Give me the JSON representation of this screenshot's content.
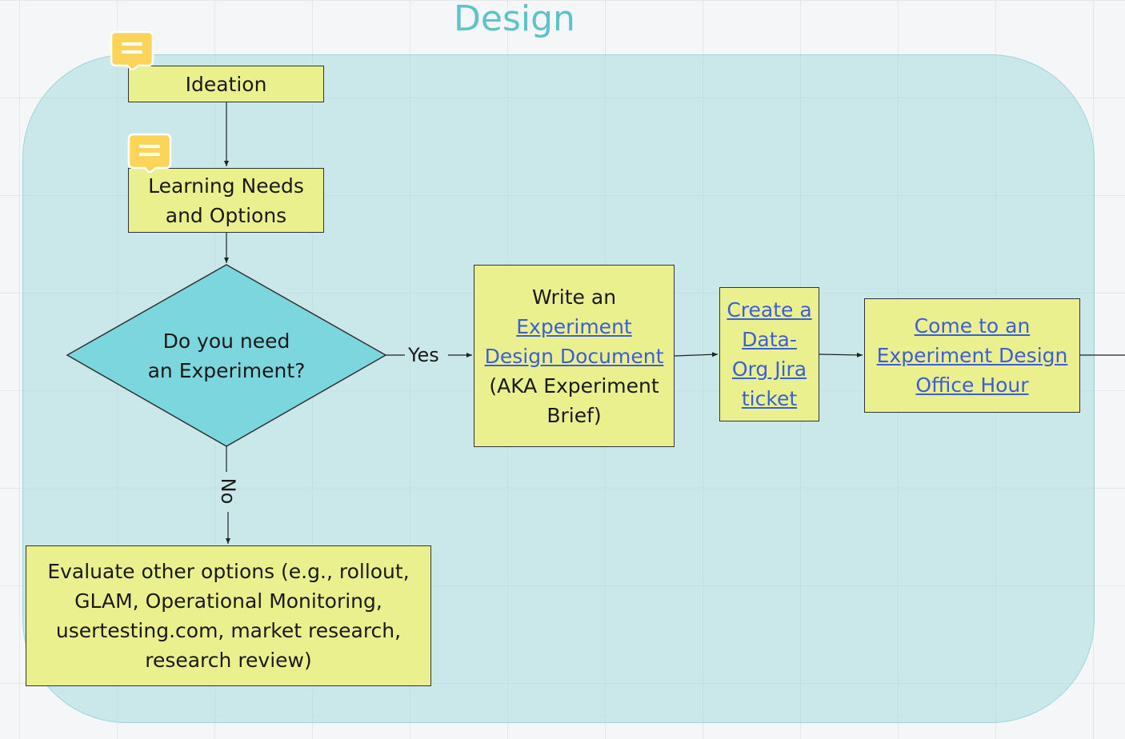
{
  "frame": {
    "title": "Design"
  },
  "nodes": {
    "ideation": "Ideation",
    "learning_needs_line1": "Learning Needs",
    "learning_needs_line2": "and Options",
    "decision_line1": "Do you need",
    "decision_line2": "an Experiment?",
    "write_line1": "Write an",
    "write_link_line1": "Experiment ",
    "write_link_line2": "Design Document",
    "write_line3": "(AKA Experiment",
    "write_line4": "Brief)",
    "jira_line1": "Create a ",
    "jira_line2": "Data-",
    "jira_line3": "Org Jira ",
    "jira_line4": "ticket",
    "office_line1": "Come to an ",
    "office_line2": "Experiment Design ",
    "office_line3": "Office Hour",
    "evaluate_line1": "Evaluate other options (e.g., rollout,",
    "evaluate_line2": "GLAM, Operational Monitoring,",
    "evaluate_line3": "usertesting.com, market research,",
    "evaluate_line4": "research review)"
  },
  "edge_labels": {
    "yes": "Yes",
    "no": "No"
  },
  "colors": {
    "frame_fill": "#a6dce0",
    "title": "#5cc3c9",
    "box_fill": "#ebf08e",
    "diamond_fill": "#7cd6de",
    "link": "#3b5fd9",
    "comment": "#fcd45a"
  },
  "icons": {
    "comment": "comment-bubble-icon"
  }
}
